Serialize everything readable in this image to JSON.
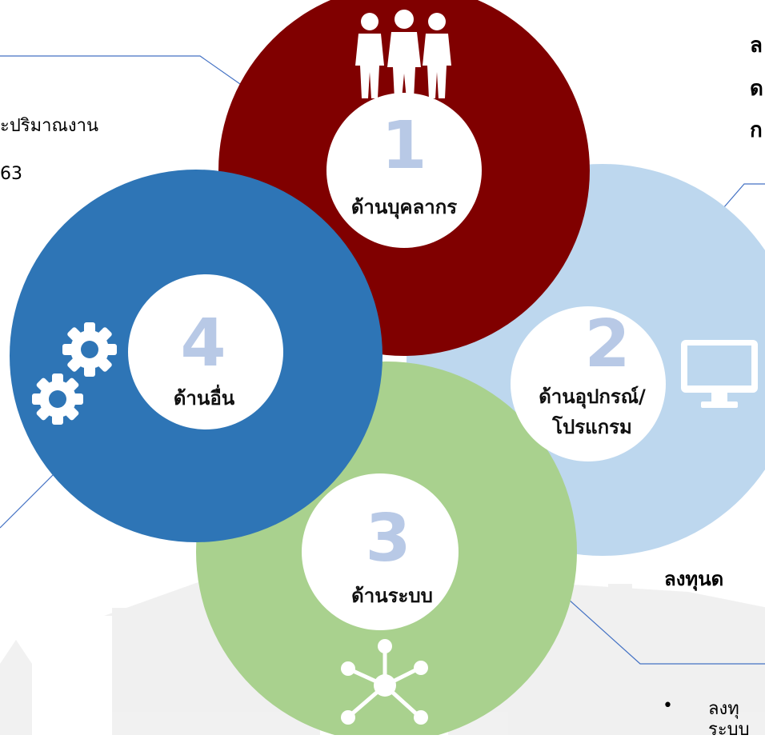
{
  "diagram": {
    "segments": [
      {
        "number": "1",
        "label": "ด้านบุคลากร",
        "color": "#800000",
        "icon": "people-icon"
      },
      {
        "number": "2",
        "label_line1": "ด้านอุปกรณ์/",
        "label_line2": "โปรแกรม",
        "color": "#bdd7ee",
        "icon": "monitor-icon"
      },
      {
        "number": "3",
        "label": "ด้านระบบ",
        "color": "#a9d18e",
        "icon": "network-icon"
      },
      {
        "number": "4",
        "label": "ด้านอื่น",
        "color": "#2e75b6",
        "icon": "gears-icon"
      }
    ]
  },
  "side_text": {
    "top_left_line1": "ะปริมาณงาน",
    "top_left_line2": "63",
    "top_right_line1": "ล",
    "top_right_line2": "ด",
    "top_right_line3": "ก",
    "right_heading": "ลงทุนด",
    "bullet_line1": "ลงทุ",
    "bullet_line2": "ระบบ"
  },
  "colors": {
    "connector": "#4472c4",
    "number_fill": "#b8c9e6"
  }
}
